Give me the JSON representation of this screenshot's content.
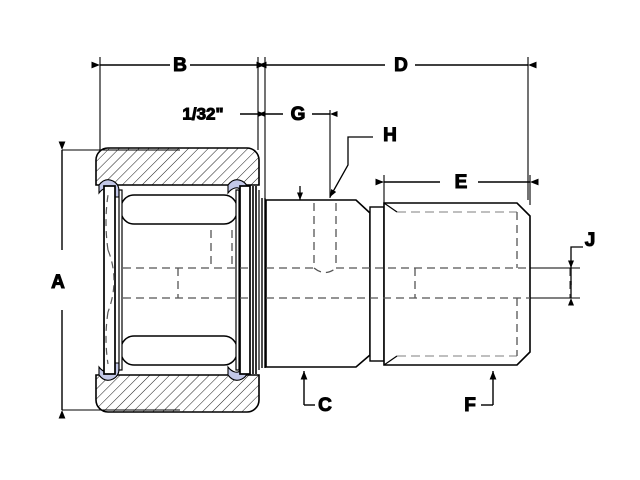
{
  "drawing": {
    "title": "Cam Follower Bearing Cross-Section Dimensioned Drawing",
    "background_color": "#ffffff",
    "line_color": "#000000",
    "hidden_line_color": "#555555",
    "seal_color": "#c3c8e8",
    "hatch_color": "#000000"
  },
  "dimensions": {
    "A": {
      "label": "A",
      "orientation": "vertical",
      "measures": "outer-roller-diameter"
    },
    "B": {
      "label": "B",
      "orientation": "horizontal",
      "measures": "roller-width"
    },
    "C": {
      "label": "C",
      "orientation": "leader",
      "measures": "stud-shank-diameter"
    },
    "D": {
      "label": "D",
      "orientation": "horizontal",
      "measures": "stud-length"
    },
    "E": {
      "label": "E",
      "orientation": "horizontal",
      "measures": "thread-length"
    },
    "F": {
      "label": "F",
      "orientation": "leader",
      "measures": "thread-diameter"
    },
    "G": {
      "label": "G",
      "orientation": "horizontal",
      "measures": "shoulder-length"
    },
    "H": {
      "label": "H",
      "orientation": "leader",
      "measures": "lubrication-hole"
    },
    "J": {
      "label": "J",
      "orientation": "vertical",
      "measures": "hex-socket-size"
    },
    "clearance": {
      "label": "1/32\"",
      "orientation": "horizontal",
      "measures": "seal-clearance"
    }
  }
}
